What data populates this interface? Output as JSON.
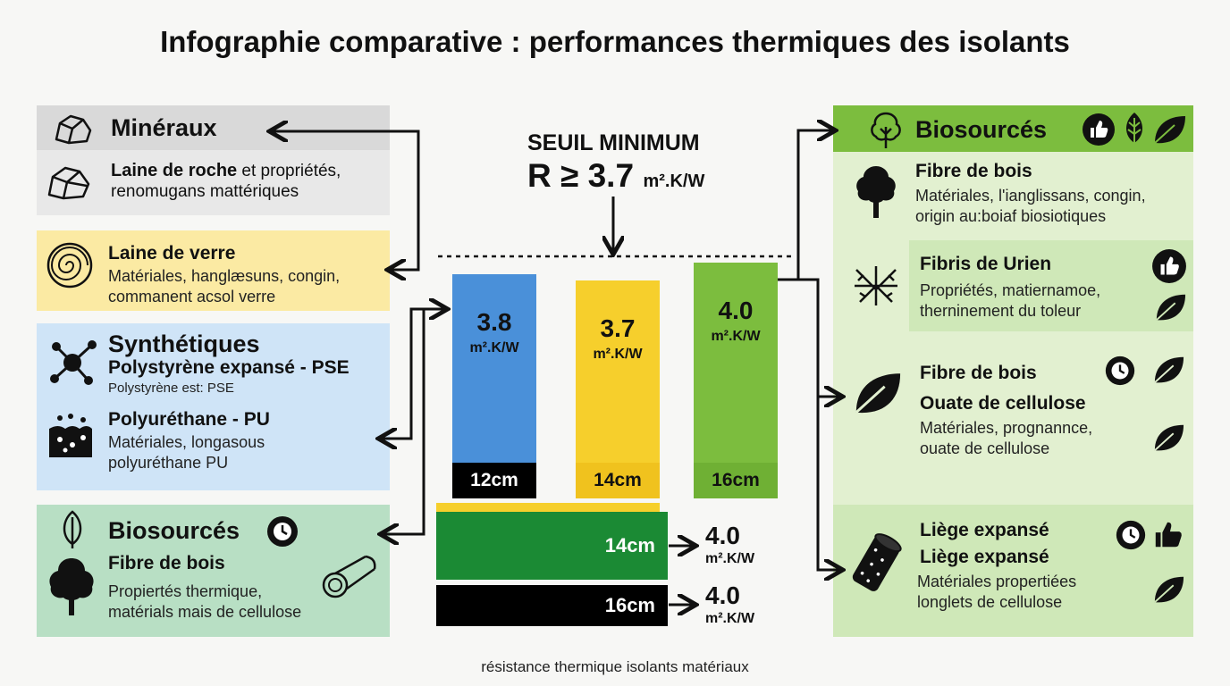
{
  "title": "Infographie comparative : performances thermiques des isolants",
  "footer": "résistance thermique isolants matériaux",
  "threshold": {
    "label": "SEUIL MINIMUM",
    "value": "R ≥ 3.7",
    "unit": "m².K/W"
  },
  "left": {
    "mineraux": {
      "title": "Minéraux",
      "item_bold": "Laine de roche",
      "item_rest": " et propriétés,",
      "item_line2": "renomugans mattériques"
    },
    "verre": {
      "title": "Laine de verre",
      "line1": "Matériales, hanglæsuns, congin,",
      "line2": "commanent acsol verre"
    },
    "synth": {
      "title": "Synthétiques",
      "pse_title": "Polystyrène expansé - PSE",
      "pse_sub": "Polystyrène est: PSE",
      "pu_title": "Polyuréthane - PU",
      "pu_line1": "Matériales, longasous",
      "pu_line2": "polyuréthane  PU"
    },
    "bio": {
      "title": "Biosourcés",
      "sub": "Fibre de bois",
      "line1": "Propiertés thermique,",
      "line2": "matérials mais de cellulose"
    }
  },
  "right": {
    "header": "Biosourcés",
    "fibre": {
      "title": "Fibre de bois",
      "line1": "Matériales, l'ianglissans, congin,",
      "line2": "origin au:boiaf biosiotiques"
    },
    "fibris": {
      "title": "Fibris de Urien",
      "line1": "Propriétés, matiernamoe,",
      "line2": "therninement du toleur"
    },
    "ouate": {
      "title1": "Fibre de bois",
      "title2": "Ouate de cellulose",
      "line1": "Matériales, prognannce,",
      "line2": "ouate de cellulose"
    },
    "liege": {
      "title1": "Liège expansé",
      "title2": "Liège expansé",
      "line1": "Matériales propertiées",
      "line2": "longlets de cellulose"
    }
  },
  "chart_data": {
    "type": "bar",
    "threshold": 3.7,
    "unit": "m².K/W",
    "vertical_bars": [
      {
        "value": 3.8,
        "value_label": "3.8",
        "thickness": "12cm",
        "color": "#4a90d9"
      },
      {
        "value": 3.7,
        "value_label": "3.7",
        "thickness": "14cm",
        "color": "#f6cf2c"
      },
      {
        "value": 4.0,
        "value_label": "4.0",
        "thickness": "16cm",
        "color": "#7cbd3e"
      }
    ],
    "horizontal_bars": [
      {
        "thickness": "14cm",
        "value_label": "4.0",
        "color": "#1b8a34"
      },
      {
        "thickness": "16cm",
        "value_label": "4.0",
        "color": "#000000"
      }
    ]
  }
}
